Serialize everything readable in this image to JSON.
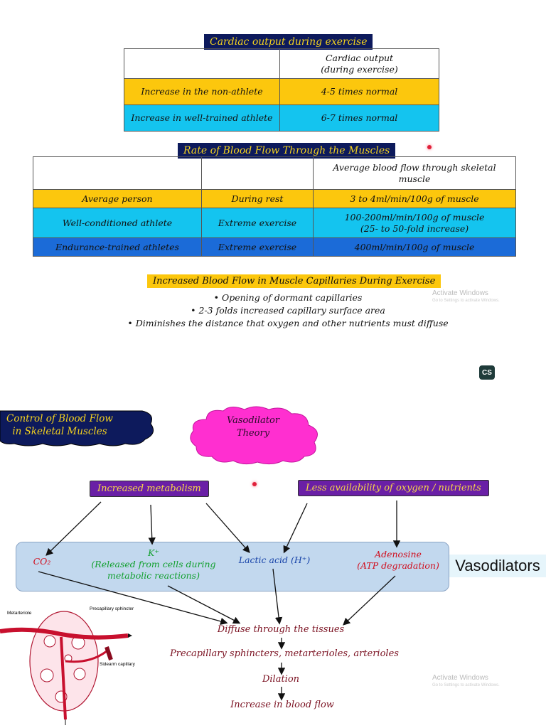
{
  "table1": {
    "title": "Cardiac output during exercise",
    "header_col": "Cardiac output",
    "header_col_sub": "(during exercise)",
    "rows": [
      {
        "label": "Increase in the non-athlete",
        "value": "4-5 times normal"
      },
      {
        "label": "Increase in well-trained athlete",
        "value": "6-7 times normal"
      }
    ]
  },
  "table2": {
    "title": "Rate of Blood Flow Through the Muscles",
    "header_col": "Average blood flow through skeletal muscle",
    "rows": [
      {
        "who": "Average person",
        "when": "During rest",
        "value": "3 to 4ml/min/100g of muscle",
        "value2": ""
      },
      {
        "who": "Well-conditioned athlete",
        "when": "Extreme exercise",
        "value": "100-200ml/min/100g of muscle",
        "value2": "(25- to 50-fold increase)"
      },
      {
        "who": "Endurance-trained athletes",
        "when": "Extreme exercise",
        "value": "400ml/min/100g of muscle",
        "value2": ""
      }
    ]
  },
  "capillaries": {
    "title": "Increased Blood Flow in Muscle Capillaries During Exercise",
    "bullets": [
      "Opening of dormant capillaries",
      "2-3 folds increased capillary surface area",
      "Diminishes the distance that oxygen and other nutrients must diffuse"
    ]
  },
  "watermark": {
    "line1": "Activate Windows",
    "line2": "Go to Settings to activate Windows."
  },
  "badge": "CS",
  "diagram": {
    "cloud_dark": "Control of Blood Flow in Skeletal Muscles",
    "cloud_dark_l1": "Control of Blood Flow",
    "cloud_dark_l2": "in Skeletal Muscles",
    "cloud_pink_l1": "Vasodilator",
    "cloud_pink_l2": "Theory",
    "cause_left": "Increased metabolism",
    "cause_right": "Less availability of oxygen / nutrients",
    "co2": "CO₂",
    "k_l1": "K⁺",
    "k_l2": "(Released from cells during",
    "k_l3": "metabolic reactions)",
    "lactic": "Lactic acid (H⁺)",
    "adenosine_l1": "Adenosine",
    "adenosine_l2": "(ATP degradation)",
    "vasodilators": "Vasodilators",
    "step1": "Diffuse through the tissues",
    "step2": "Precapillary sphincters, metarterioles, arterioles",
    "step3": "Dilation",
    "step4": "Increase in blood flow",
    "vessel_labels": {
      "metarteriole": "Metarteriole",
      "sphincter": "Precapillary sphincter",
      "sidearm": "Sidearm capillary"
    }
  },
  "colors": {
    "navy": "#0d1a5c",
    "gold": "#f4d21e",
    "yellow": "#fcc70d",
    "cyan": "#14c4ef",
    "blue": "#1b6bd8",
    "purple": "#6a1fa6",
    "pink": "#ff2fd0",
    "maroon": "#7a1020"
  }
}
